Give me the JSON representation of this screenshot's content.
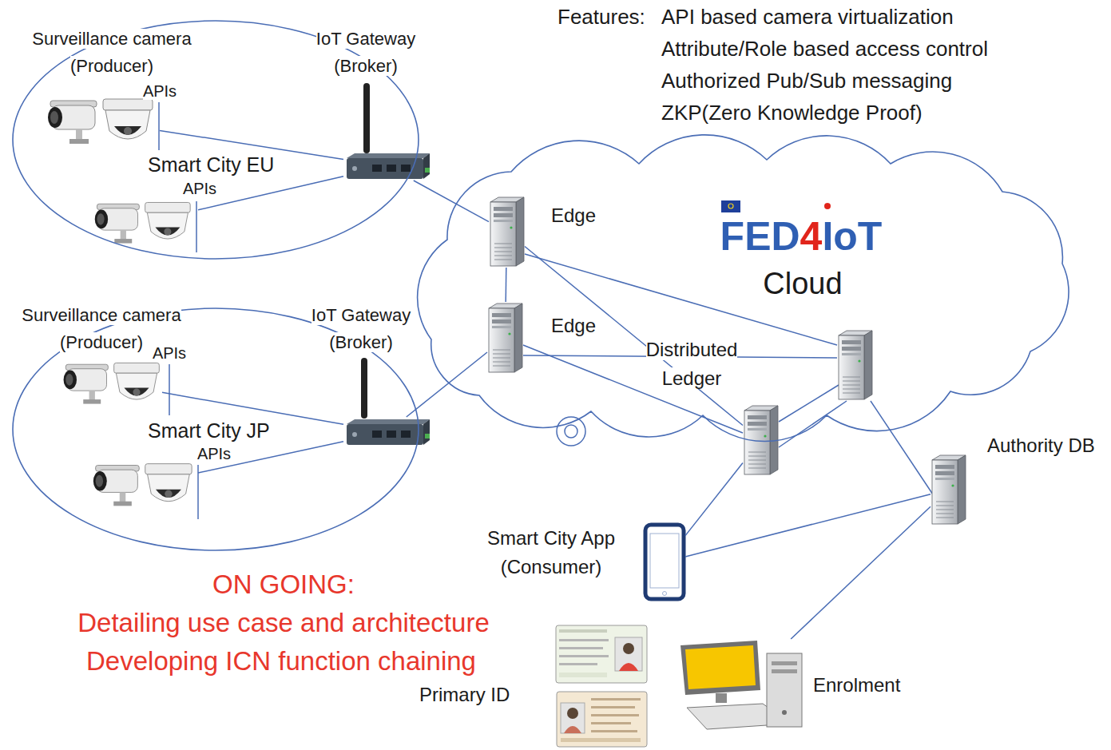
{
  "diagram": {
    "nodes": [
      {
        "text": [
          "Smart City EU"
        ]
      },
      {
        "text": [
          "Surveillance camera (Producer)",
          "APIs"
        ],
        "in": 0
      },
      {
        "text": [
          "APIs"
        ],
        "in": 0
      },
      {
        "text": [
          "IoT Gateway (Broker)"
        ],
        "in": 0
      },
      {
        "text": [
          "Smart City JP"
        ]
      },
      {
        "text": [
          "Surveillance camera (Producer)",
          "APIs"
        ],
        "in": 4
      },
      {
        "text": [
          "APIs"
        ],
        "in": 4
      },
      {
        "text": [
          "IoT Gateway (Broker)"
        ],
        "in": 4
      },
      {
        "text": [
          "FED4IoT",
          "Cloud"
        ]
      },
      {
        "text": [
          "Edge"
        ],
        "in": 8
      },
      {
        "text": [
          "Edge"
        ],
        "in": 8
      },
      {
        "text": [
          "Distributed Ledger"
        ],
        "in": 8
      },
      {
        "text": [
          "Authority DB"
        ]
      },
      {
        "text": [
          "Smart City App (Consumer)"
        ]
      },
      {
        "text": [
          "Enrolment"
        ]
      },
      {
        "text": [
          "Primary ID"
        ]
      }
    ],
    "edges": [
      {
        "from": 1,
        "to": 3,
        "arrow": "none"
      },
      {
        "from": 2,
        "to": 3,
        "arrow": "none"
      },
      {
        "from": 5,
        "to": 7,
        "arrow": "none"
      },
      {
        "from": 6,
        "to": 7,
        "arrow": "none"
      },
      {
        "from": 3,
        "to": 9,
        "arrow": "none"
      },
      {
        "from": 7,
        "to": 10,
        "arrow": "none"
      },
      {
        "from": 9,
        "to": 10,
        "arrow": "none"
      },
      {
        "from": 9,
        "to": 11,
        "arrow": "none"
      },
      {
        "from": 10,
        "to": 11,
        "arrow": "none"
      },
      {
        "from": 11,
        "to": 13,
        "arrow": "none"
      },
      {
        "from": 13,
        "to": 12,
        "arrow": "none"
      },
      {
        "from": 14,
        "to": 12,
        "arrow": "none"
      }
    ],
    "labels": [
      "Features:",
      "API based camera virtualization",
      "Attribute/Role based access control",
      "Authorized Pub/Sub messaging",
      "ZKP(Zero Knowledge Proof)",
      "ON GOING:",
      "Detailing use case and architecture",
      "Developing ICN function chaining"
    ]
  }
}
